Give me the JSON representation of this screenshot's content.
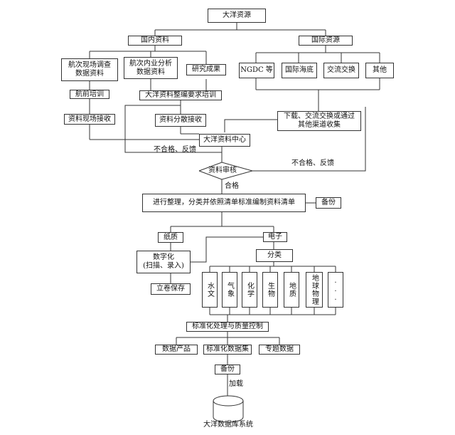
{
  "root": "大洋资源",
  "domestic": "国内资料",
  "international": "国际资源",
  "cruise_field_survey": "航次现场调查\n数据资料",
  "cruise_internal_analysis": "航次内业分析\n数据资料",
  "research_results": "研究成果",
  "ngdc": "NGDC 等",
  "intl_seabed": "国际海底",
  "exchange": "交流交换",
  "others": "其他",
  "pre_cruise_training": "航前培训",
  "compile_training": "大洋资料整编要求培训",
  "download_collect": "下载、交流交换或通过\n其他渠道收集",
  "field_receive": "资料现场接收",
  "distributed_receive": "资料分散接收",
  "data_center": "大洋资料中心",
  "unqualified_feedback_left": "不合格、反馈",
  "unqualified_feedback_right": "不合格、反馈",
  "review": "资料审核",
  "qualified": "合格",
  "organize": "进行整理，分类并依照清单标准编制资料清单",
  "backup_top": "备份",
  "paper": "纸质",
  "electronic": "电子",
  "digitize": "数字化\n(扫描、录入)",
  "classify": "分类",
  "archive": "立卷保存",
  "categories": [
    "水文",
    "气象",
    "化学",
    "生物",
    "地质",
    "地球物理",
    "..."
  ],
  "standardize": "标准化处理与质量控制",
  "data_products": "数据产品",
  "standard_datasets": "标准化数据集",
  "thematic_data": "专题数据",
  "backup_bottom": "备份",
  "load": "加载",
  "database": "大洋数据库系统"
}
